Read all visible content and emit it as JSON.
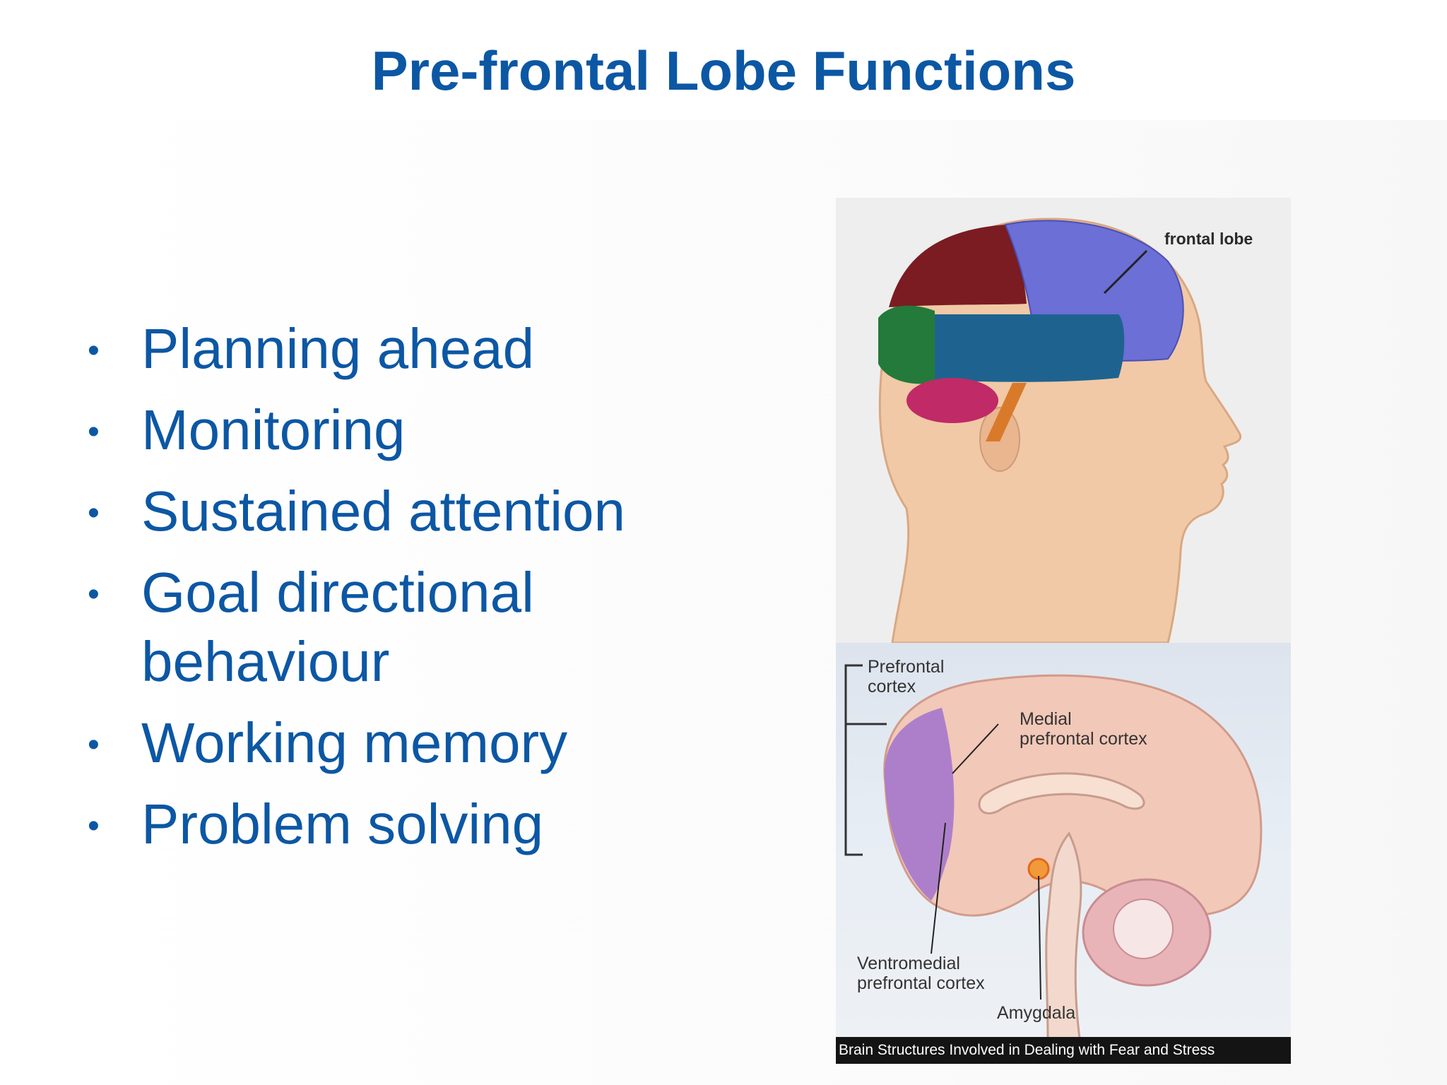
{
  "title": "Pre-frontal Lobe Functions",
  "bullets": [
    "Planning ahead",
    "Monitoring",
    "Sustained attention",
    "Goal directional behaviour",
    "Working memory",
    "Problem solving"
  ],
  "bullet_glyph": "•",
  "image": {
    "head_label": "frontal lobe",
    "sagittal_labels": {
      "prefrontal_1": "Prefrontal",
      "prefrontal_2": "cortex",
      "medial_1": "Medial",
      "medial_2": "prefrontal cortex",
      "ventromedial_1": "Ventromedial",
      "ventromedial_2": "prefrontal cortex",
      "amygdala": "Amygdala"
    },
    "caption": "Brain Structures Involved in Dealing with Fear and Stress"
  },
  "colors": {
    "title_text": "#0c57a4",
    "bullet_text": "#0c57a4"
  }
}
